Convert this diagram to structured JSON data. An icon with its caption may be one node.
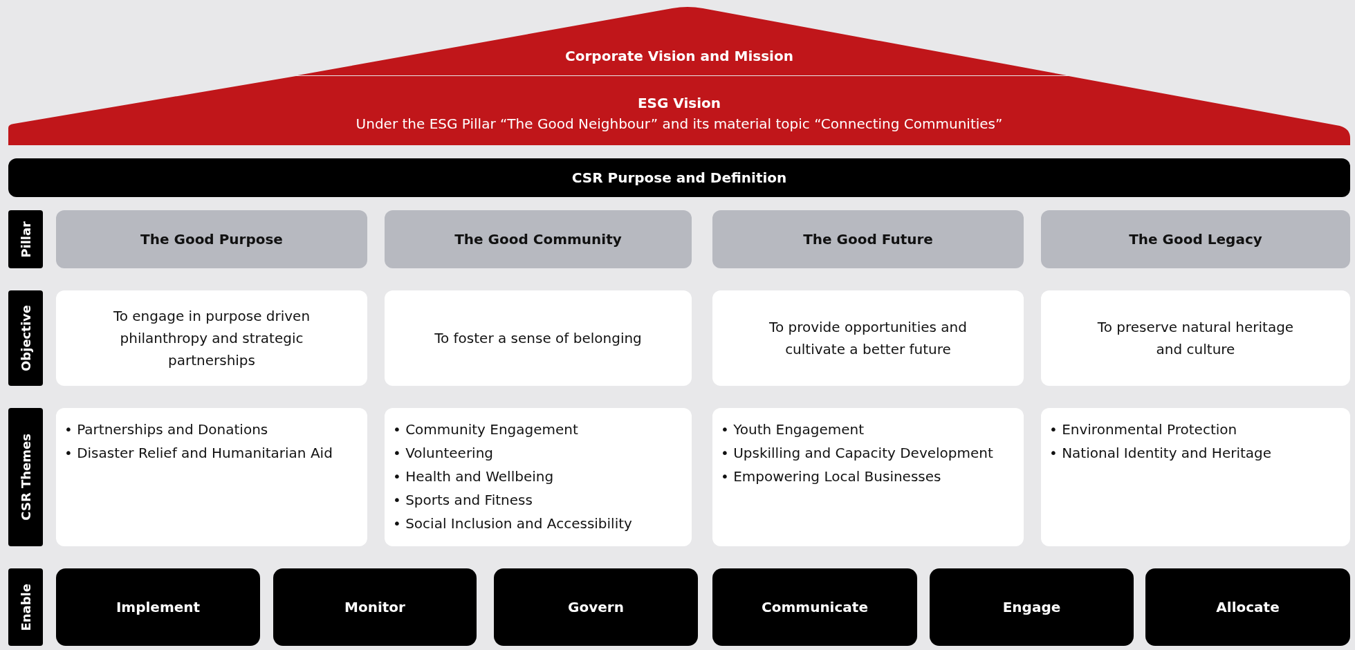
{
  "diagram": {
    "nodes": [
      {
        "text": [
          "Corporate Vision and Mission"
        ]
      },
      {
        "text": [
          "ESG Vision",
          "Under the ESG Pillar “The Good Neighbour” and its material topic “Connecting Communities”"
        ]
      },
      {
        "text": [
          "CSR Purpose and Definition"
        ]
      },
      {
        "text": [
          "Pillar"
        ]
      },
      {
        "text": [
          "The Good Purpose"
        ]
      },
      {
        "text": [
          "The Good Community"
        ]
      },
      {
        "text": [
          "The Good Future"
        ]
      },
      {
        "text": [
          "The Good Legacy"
        ]
      },
      {
        "text": [
          "Objective"
        ]
      },
      {
        "text": [
          "To engage in purpose driven philanthropy and strategic partnerships"
        ]
      },
      {
        "text": [
          "To foster a sense of belonging"
        ]
      },
      {
        "text": [
          "To provide opportunities and cultivate a better future"
        ]
      },
      {
        "text": [
          "To preserve natural heritage and culture"
        ]
      },
      {
        "text": [
          "CSR Themes"
        ]
      },
      {
        "text": [
          "• Partnerships and Donations",
          "• Disaster Relief and Humanitarian Aid"
        ]
      },
      {
        "text": [
          "• Community Engagement",
          "• Volunteering",
          "• Health and Wellbeing",
          "• Sports and Fitness",
          "• Social Inclusion and Accessibility"
        ]
      },
      {
        "text": [
          "• Youth Engagement",
          "• Upskilling and Capacity Development",
          "• Empowering Local Businesses"
        ]
      },
      {
        "text": [
          "• Environmental Protection",
          "• National Identity and Heritage"
        ]
      },
      {
        "text": [
          "Enable"
        ]
      },
      {
        "text": [
          "Implement"
        ]
      },
      {
        "text": [
          "Monitor"
        ]
      },
      {
        "text": [
          "Govern"
        ]
      },
      {
        "text": [
          "Communicate"
        ]
      },
      {
        "text": [
          "Engage"
        ]
      },
      {
        "text": [
          "Allocate"
        ]
      }
    ],
    "edges": []
  }
}
